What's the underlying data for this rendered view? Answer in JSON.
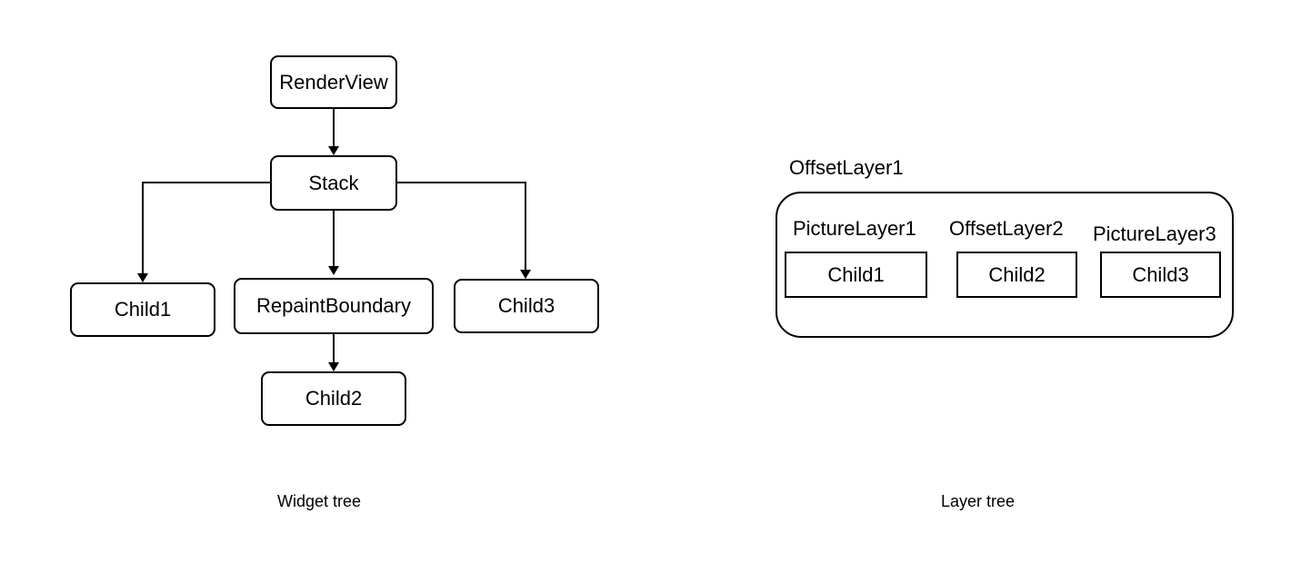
{
  "widget_tree": {
    "caption": "Widget tree",
    "nodes": {
      "render_view": "RenderView",
      "stack": "Stack",
      "child1": "Child1",
      "repaint_boundary": "RepaintBoundary",
      "child3": "Child3",
      "child2": "Child2"
    },
    "edges": [
      [
        "RenderView",
        "Stack"
      ],
      [
        "Stack",
        "Child1"
      ],
      [
        "Stack",
        "RepaintBoundary"
      ],
      [
        "Stack",
        "Child3"
      ],
      [
        "RepaintBoundary",
        "Child2"
      ]
    ]
  },
  "layer_tree": {
    "caption": "Layer tree",
    "container_label": "OffsetLayer1",
    "layers": [
      {
        "layer": "PictureLayer1",
        "child": "Child1"
      },
      {
        "layer": "OffsetLayer2",
        "child": "Child2"
      },
      {
        "layer": "PictureLayer3",
        "child": "Child3"
      }
    ]
  }
}
